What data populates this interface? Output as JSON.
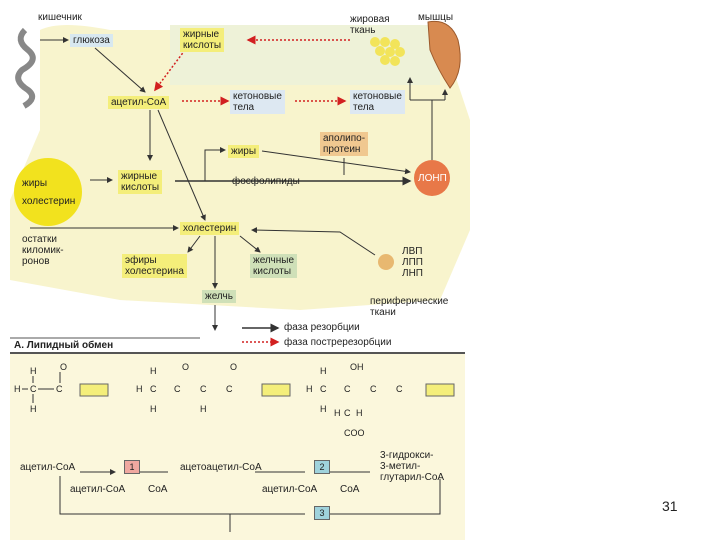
{
  "labels": {
    "intestine": "кишечник",
    "glucose": "глюкоза",
    "fatty_acids_top": "жирные\nкислоты",
    "adipose": "жировая\nткань",
    "muscles": "мышцы",
    "acetyl_coa": "ацетил-CoA",
    "ketone_bodies_1": "кетоновые\nтела",
    "ketone_bodies_2": "кетоновые\nтела",
    "fats": "жиры",
    "apolipoprotein": "аполипо-\nпротеин",
    "fatty_acids_mid": "жирные\nкислоты",
    "phospholipids": "фосфолипиды",
    "vldl": "ЛОНП",
    "chylo_fats": "жиры",
    "chylo_chol": "холестерин",
    "remnants": "остатки\nкиломик-\nронов",
    "cholesterol": "холестерин",
    "chol_esters": "эфиры\nхолестерина",
    "bile_acids": "желчные\nкислоты",
    "bile": "желчь",
    "lipoproteins": "ЛВП\nЛПП\nЛНП",
    "peripheral": "периферические\nткани",
    "legend_resorption": "фаза резорбции",
    "legend_postresorption": "фаза постререзорбции",
    "section_title": "А. Липидный обмен",
    "pathway_acetyl_coa": "ацетил-CoA",
    "pathway_acetoacetyl": "ацетоацетил-CoA",
    "pathway_hmg": "3-гидрокси-\n3-метил-\nглутарил-CoA",
    "step1": "1",
    "step2": "2",
    "step3": "3",
    "acetyl_coa_in": "ацетил-CoA",
    "coa_out_1": "CoA",
    "acetyl_coa_in_2": "ацетил-CoA",
    "coa_out_2": "CoA",
    "page_number": "31"
  },
  "colors": {
    "panel_bg": "#f7f3c8",
    "orange_box": "#f0c890",
    "yellow_box": "#f4ee7a",
    "green_box": "#cfe0b8",
    "step1": "#f0a8a0",
    "step2": "#9fd2dc",
    "step3": "#9fd2dc",
    "red_arrow": "#d22020",
    "dark_band": "#3a3a3a"
  }
}
